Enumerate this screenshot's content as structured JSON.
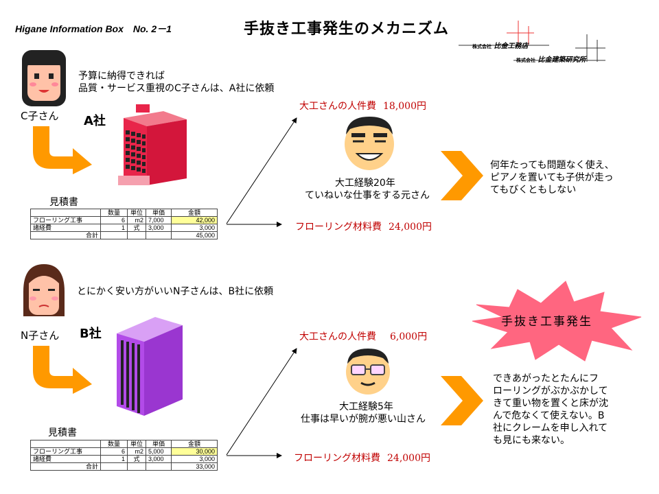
{
  "header": {
    "info_box": "Higane Information Box　No. 2－1",
    "title": "手抜き工事発生のメカニズム",
    "company1_prefix": "株式会社",
    "company1": "比金工務店",
    "company2_prefix": "株式会社",
    "company2": "比金建築研究所"
  },
  "case_a": {
    "customer_text_line1": "予算に納得できれば",
    "customer_text_line2": "品質・サービス重視のC子さんは、A社に依頼",
    "customer_name": "C子さん",
    "company_name": "A社",
    "estimate_label": "見積書",
    "table": {
      "headers": [
        "",
        "数量",
        "単位",
        "単価",
        "金額"
      ],
      "rows": [
        [
          "フローリング工事",
          "6",
          "m2",
          "7,000",
          "42,000"
        ],
        [
          "諸経費",
          "1",
          "式",
          "3,000",
          "3,000"
        ]
      ],
      "total_label": "合計",
      "total": "45,000"
    },
    "labor_label": "大工さんの人件費",
    "labor_amount": "18,000円",
    "material_label": "フローリング材料費",
    "material_amount": "24,000円",
    "carpenter_line1": "大工経験20年",
    "carpenter_line2": "ていねいな仕事をする元さん",
    "result_line1": "何年たっても問題なく使え、",
    "result_line2": "ピアノを置いても子供が走っ",
    "result_line3": "てもびくともしない"
  },
  "case_b": {
    "customer_text": "とにかく安い方がいいN子さんは、B社に依頼",
    "customer_name": "N子さん",
    "company_name": "B社",
    "estimate_label": "見積書",
    "table": {
      "headers": [
        "",
        "数量",
        "単位",
        "単価",
        "金額"
      ],
      "rows": [
        [
          "フローリング工事",
          "6",
          "m2",
          "5,000",
          "30,000"
        ],
        [
          "諸経費",
          "1",
          "式",
          "3,000",
          "3,000"
        ]
      ],
      "total_label": "合計",
      "total": "33,000"
    },
    "labor_label": "大工さんの人件費",
    "labor_amount": "6,000円",
    "material_label": "フローリング材料費",
    "material_amount": "24,000円",
    "carpenter_line1": "大工経験5年",
    "carpenter_line2": "仕事は早いが腕が悪い山さん",
    "burst_text": "手抜き工事発生",
    "result_line1": "できあがったとたんにフ",
    "result_line2": "ローリングがぶかぶかして",
    "result_line3": "きて重い物を置くと床が沈",
    "result_line4": "んで危なくて使えない。B",
    "result_line5": "社にクレームを申し入れて",
    "result_line6": "も見にも来ない。"
  },
  "colors": {
    "accent_orange": "#ff9900",
    "building_a": "#e8254a",
    "building_b": "#b24be8",
    "burst": "#ff6680",
    "red_text": "#c00000",
    "highlight": "#ffff99"
  }
}
